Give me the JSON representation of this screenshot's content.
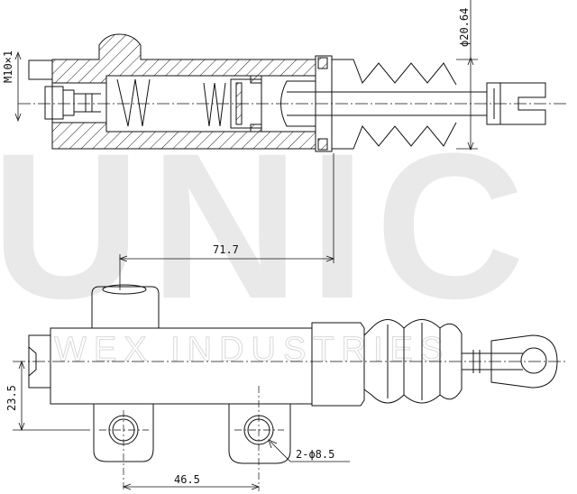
{
  "watermark": {
    "brand": "UNIC",
    "company": "WEX INDUSTRIES"
  },
  "dimensions": {
    "thread": "M10×1",
    "bore": "ϕ20.64",
    "overall": "71.7",
    "height": "23.5",
    "hole_spacing": "46.5",
    "holes": "2-ϕ8.5"
  },
  "colors": {
    "line": "#111111",
    "watermark": "#e6e6e6",
    "background": "#ffffff"
  }
}
